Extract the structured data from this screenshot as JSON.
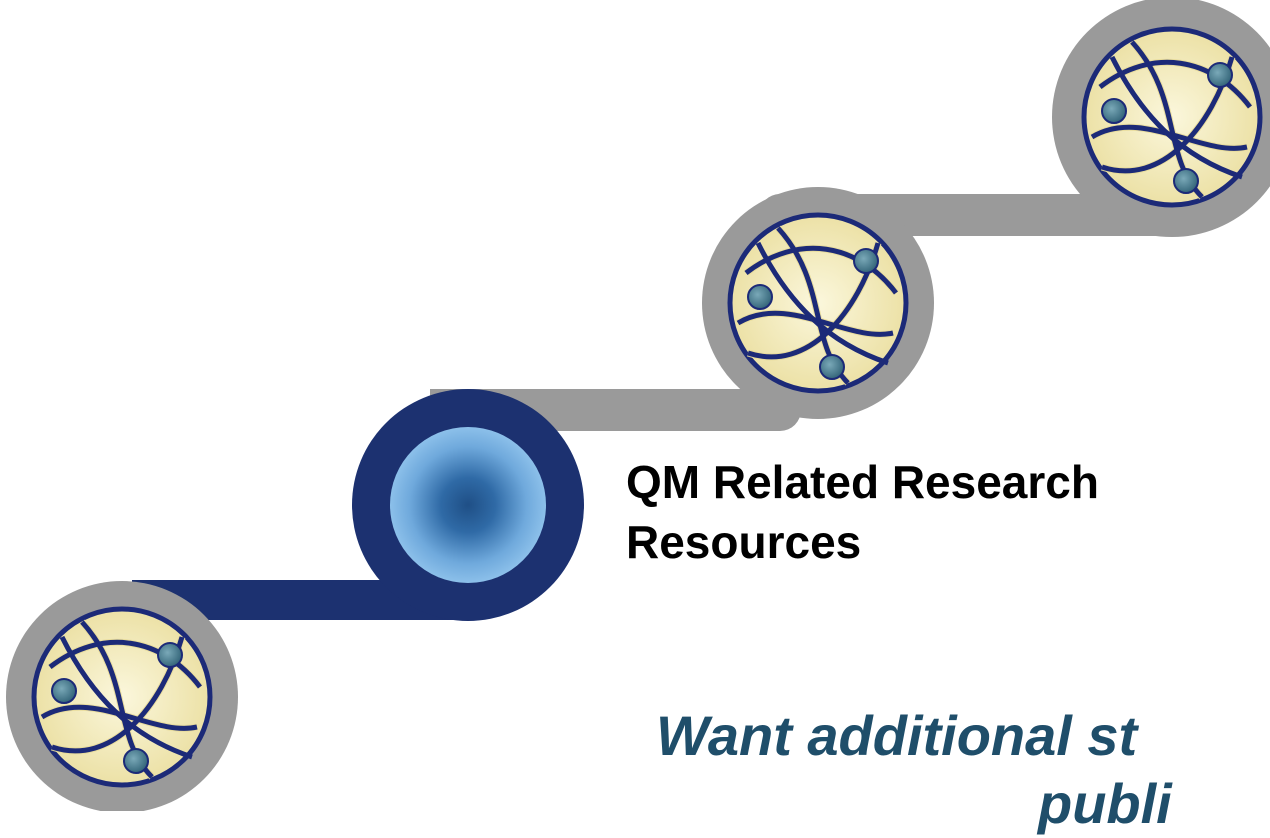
{
  "heading": {
    "line1": "QM Related Research",
    "line2": "Resources"
  },
  "tagline": {
    "line1": "Want additional st",
    "line2": "publi"
  },
  "colors": {
    "connector_gray": "#9a9a9a",
    "connector_navy": "#1c3170",
    "globe_fill": "#f7f1c7",
    "globe_orbit": "#1c2a78",
    "globe_node": "#4a7c8e",
    "center_glow": "#6fa9dc",
    "tagline_text": "#1f4e6a"
  },
  "icons": [
    "globe-network-icon",
    "globe-network-icon",
    "globe-network-icon",
    "glowing-orb-icon"
  ]
}
